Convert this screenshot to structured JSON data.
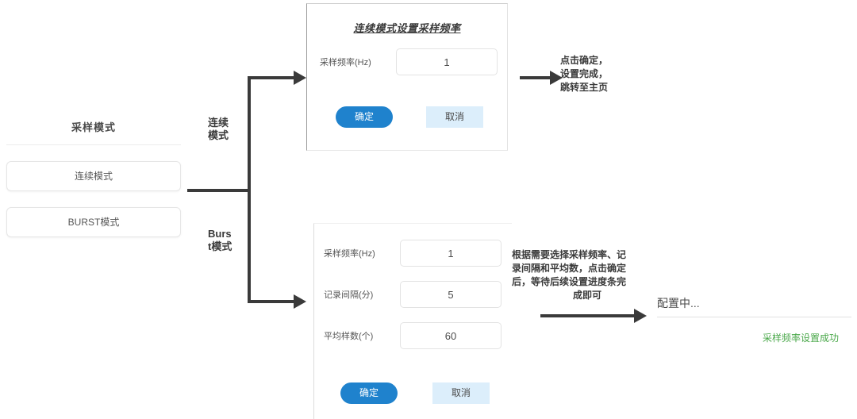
{
  "left_panel": {
    "title": "采样模式",
    "buttons": [
      {
        "label": "连续模式"
      },
      {
        "label": "BURST模式"
      }
    ]
  },
  "branches": [
    {
      "label_line1": "连续",
      "label_line2": "模式"
    },
    {
      "label_line1": "Burs",
      "label_line2": "t模式"
    }
  ],
  "continuous_dialog": {
    "title": "连续模式设置采样频率",
    "fields": [
      {
        "label": "采样频率(Hz)",
        "value": "1"
      }
    ],
    "ok_label": "确定",
    "cancel_label": "取消"
  },
  "continuous_note": {
    "line1": "点击确定，",
    "line2": "设置完成，",
    "line3": "跳转至主页"
  },
  "burst_dialog": {
    "fields": [
      {
        "label": "采样频率(Hz)",
        "value": "1"
      },
      {
        "label": "记录间隔(分)",
        "value": "5"
      },
      {
        "label": "平均样数(个)",
        "value": "60"
      }
    ],
    "ok_label": "确定",
    "cancel_label": "取消"
  },
  "burst_note": {
    "line1": "根据需要选择采样频率、记",
    "line2": "录间隔和平均数，点击确定",
    "line3": "后，等待后续设置进度条完",
    "line4": "成即可"
  },
  "progress_panel": {
    "title": "配置中...",
    "status": "采样频率设置成功",
    "status_color": "#4aa84a"
  },
  "colors": {
    "accent_blue": "#1f82cd",
    "cancel_blue": "#dceefb",
    "wire": "#3a3a3a",
    "success_green": "#4aa84a"
  }
}
